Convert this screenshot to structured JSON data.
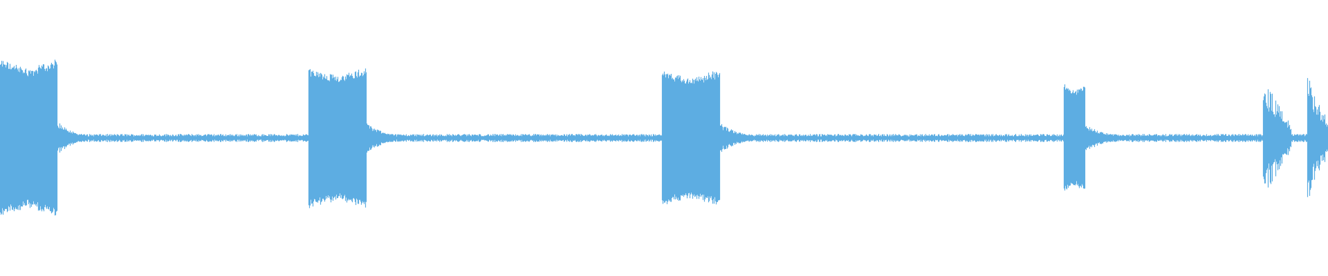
{
  "waveform": {
    "color": "#5dade2",
    "background": "#ffffff",
    "baseline_noise_amplitude": 0.03,
    "segments": [
      {
        "name": "burst-1",
        "start": 0.0,
        "end": 0.043,
        "amplitude": 0.58,
        "shape": "burst"
      },
      {
        "name": "tail-1",
        "start": 0.043,
        "end": 0.062,
        "amplitude": 0.09,
        "shape": "tail"
      },
      {
        "name": "burst-2",
        "start": 0.232,
        "end": 0.276,
        "amplitude": 0.52,
        "shape": "burst"
      },
      {
        "name": "tail-2",
        "start": 0.276,
        "end": 0.296,
        "amplitude": 0.08,
        "shape": "tail"
      },
      {
        "name": "burst-3",
        "start": 0.498,
        "end": 0.542,
        "amplitude": 0.5,
        "shape": "burst"
      },
      {
        "name": "tail-3",
        "start": 0.542,
        "end": 0.562,
        "amplitude": 0.08,
        "shape": "tail"
      },
      {
        "name": "burst-4",
        "start": 0.801,
        "end": 0.817,
        "amplitude": 0.4,
        "shape": "burst"
      },
      {
        "name": "tail-4",
        "start": 0.817,
        "end": 0.837,
        "amplitude": 0.07,
        "shape": "tail"
      },
      {
        "name": "burst-5",
        "start": 0.951,
        "end": 0.972,
        "amplitude": 0.44,
        "shape": "decay"
      },
      {
        "name": "burst-6",
        "start": 0.984,
        "end": 1.0,
        "amplitude": 0.48,
        "shape": "decay"
      }
    ]
  }
}
